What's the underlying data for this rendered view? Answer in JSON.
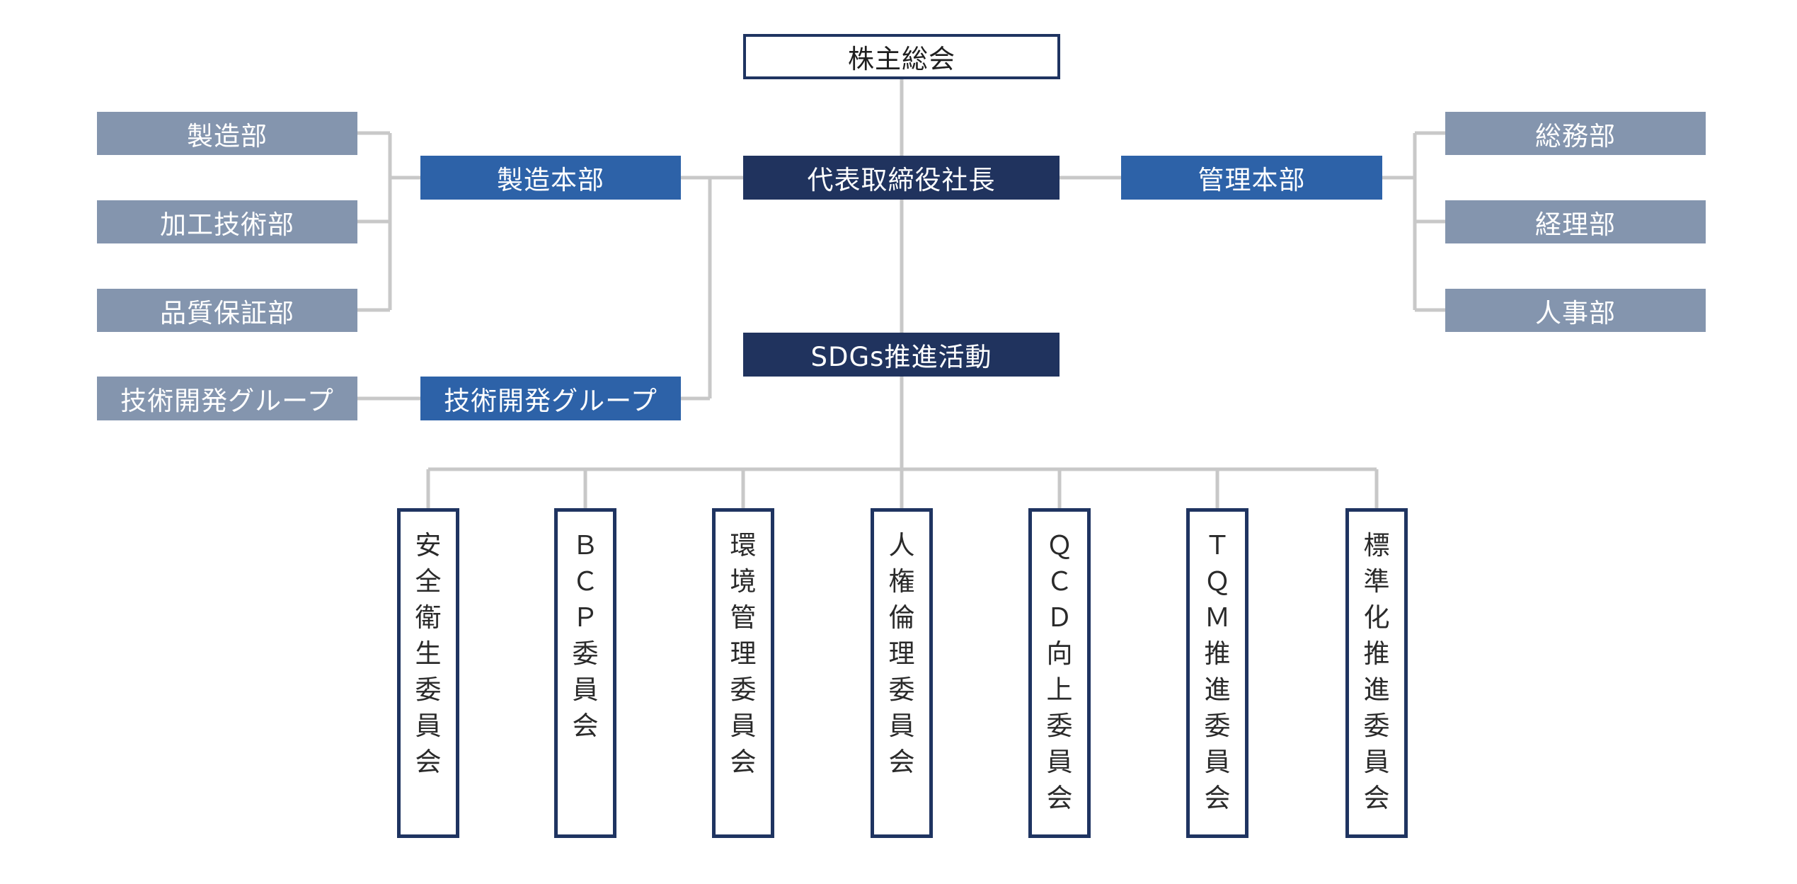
{
  "org": {
    "shareholders": "株主総会",
    "ceo": "代表取締役社長",
    "sdgs": "SDGs推進活動",
    "divisions": {
      "manufacturing": "製造本部",
      "tech_dev": "技術開発グループ",
      "admin": "管理本部"
    },
    "manufacturing_depts": [
      "製造部",
      "加工技術部",
      "品質保証部"
    ],
    "tech_dev_dept": "技術開発グループ",
    "admin_depts": [
      "総務部",
      "経理部",
      "人事部"
    ],
    "committees": [
      "安全衛生委員会",
      "ＢＣＰ委員会",
      "環境管理委員会",
      "人権倫理委員会",
      "ＱＣＤ向上委員会",
      "ＴＱＭ推進委員会",
      "標準化推進委員会"
    ]
  },
  "colors": {
    "connector": "#c8c8c8",
    "executive": "#20335e",
    "division": "#2d62a8",
    "department": "#8495ae",
    "border": "#1f3461"
  }
}
